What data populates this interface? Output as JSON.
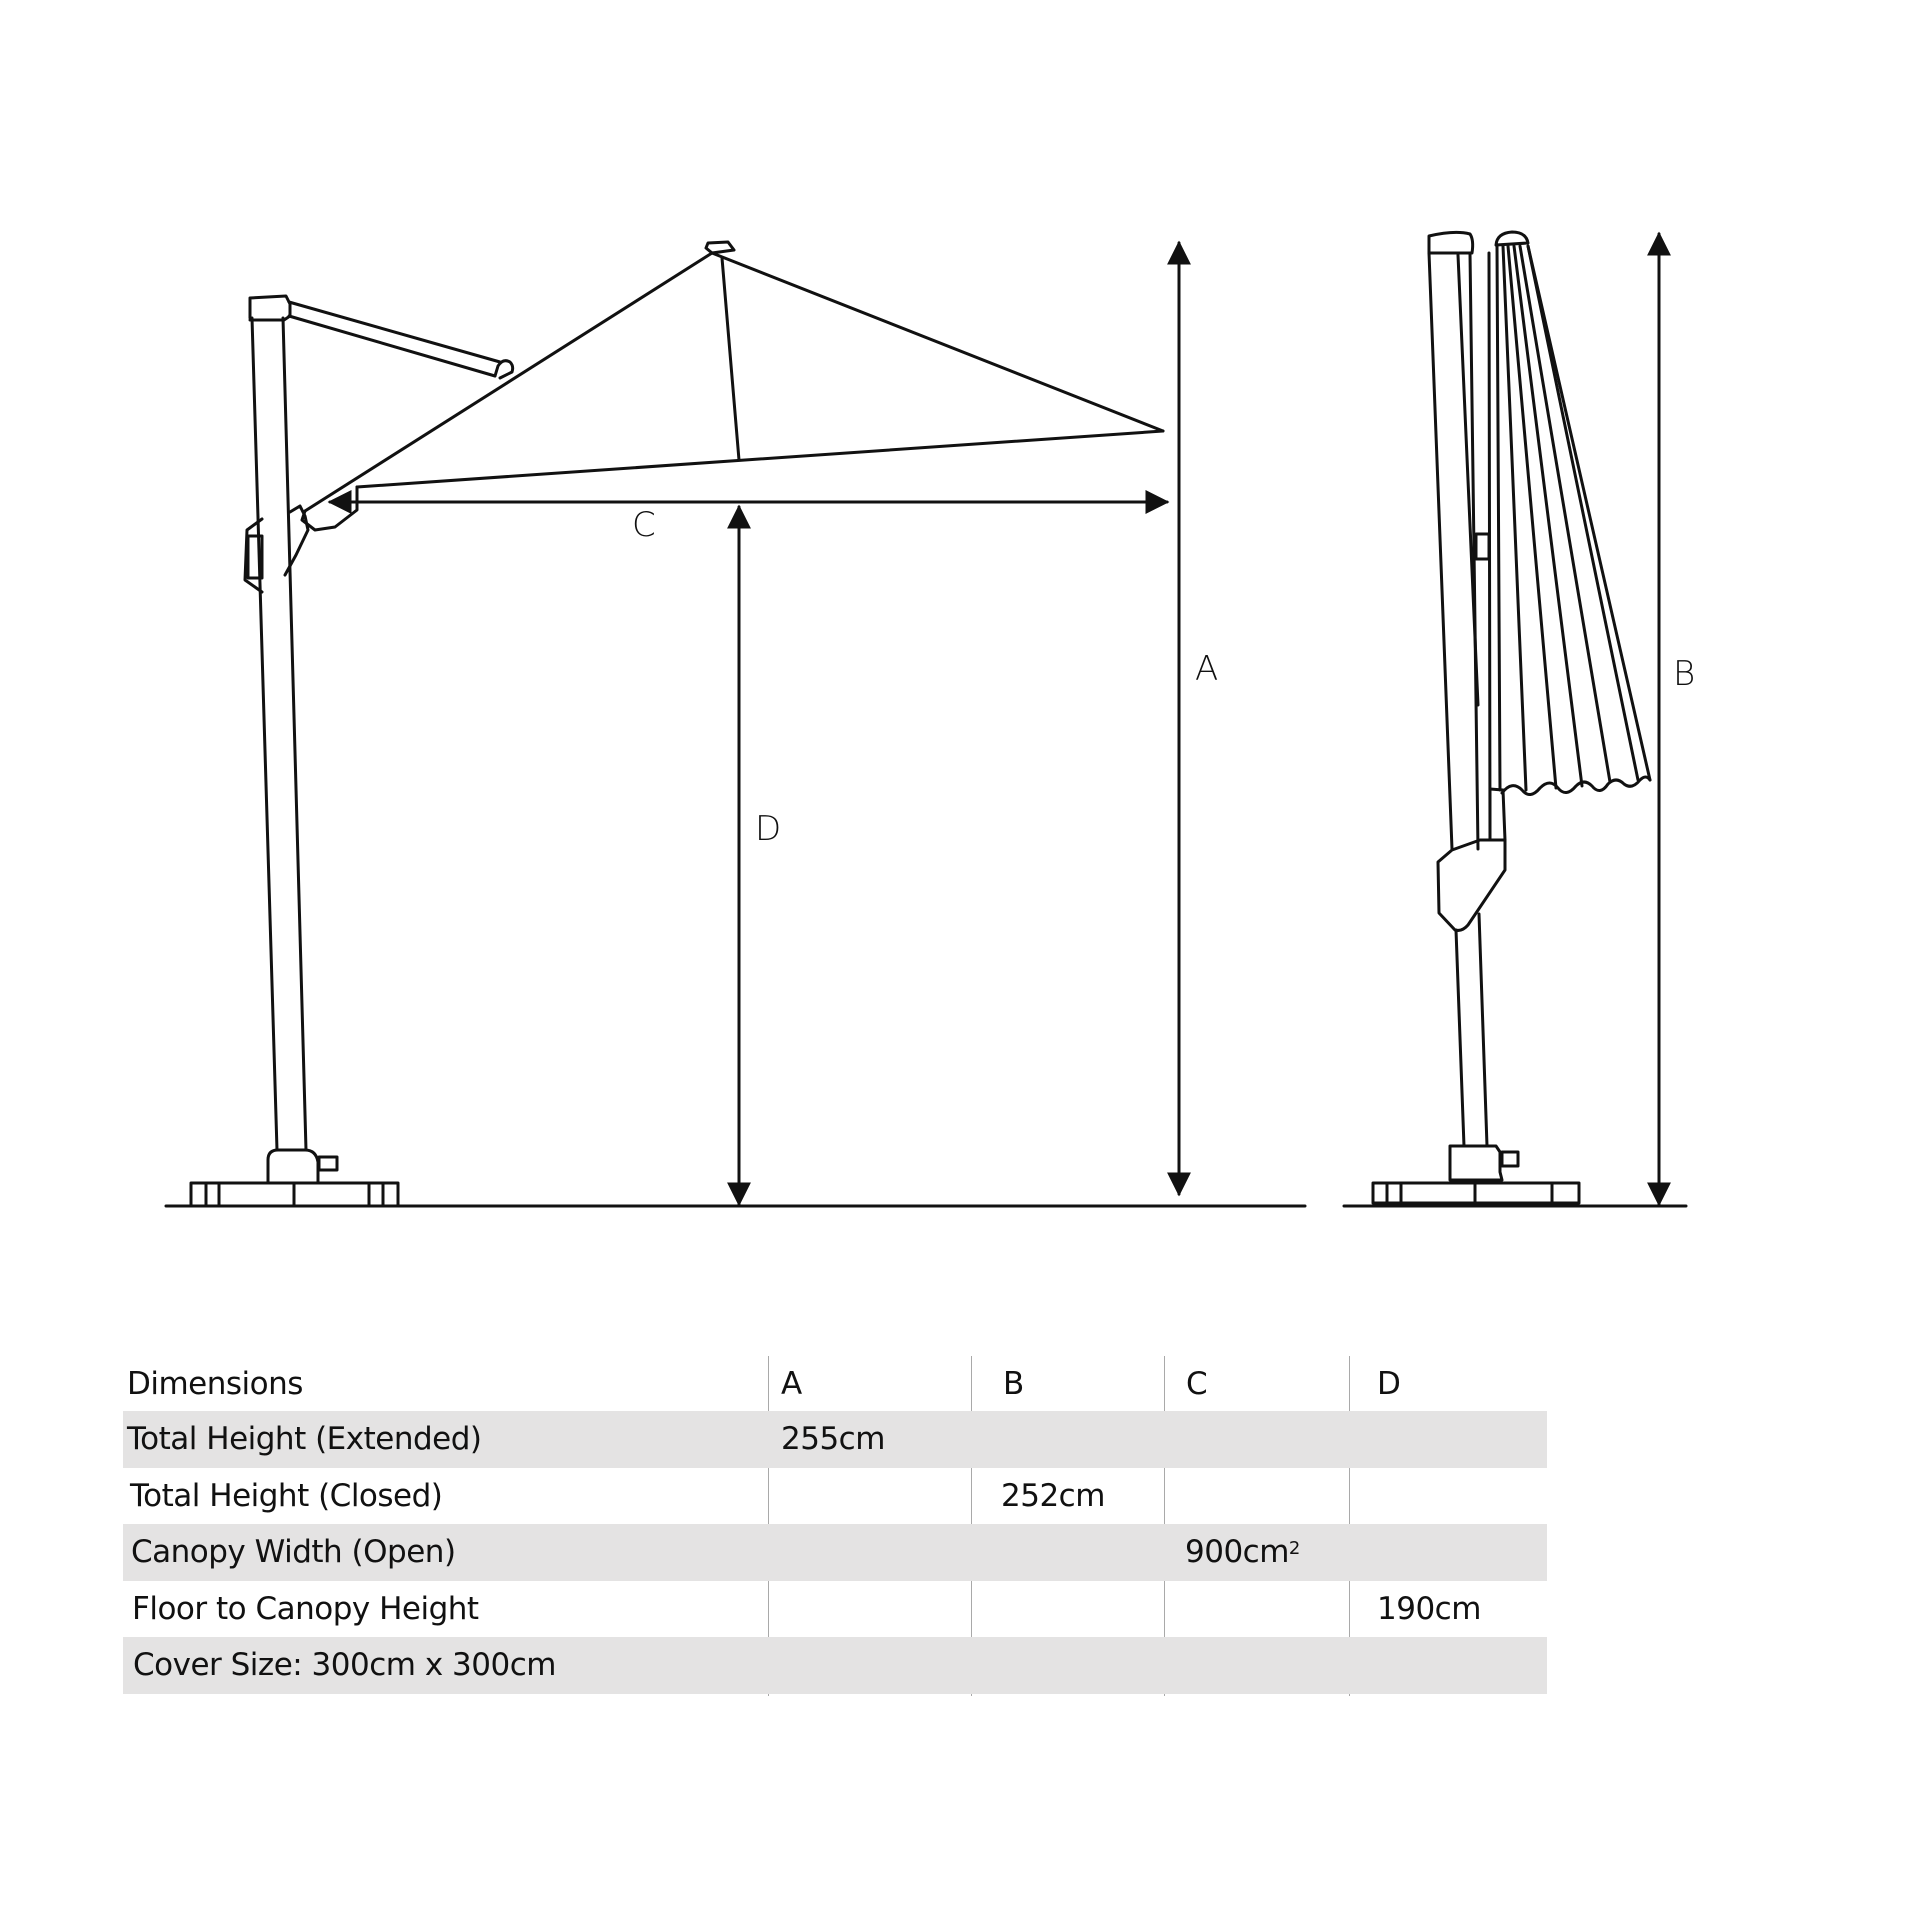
{
  "diagram": {
    "title": "Cantilever parasol dimension diagram",
    "views": [
      {
        "name": "open-side-view",
        "dimension_labels": [
          "A",
          "C",
          "D"
        ]
      },
      {
        "name": "closed-side-view",
        "dimension_labels": [
          "B"
        ]
      }
    ],
    "labels": {
      "A": "A",
      "B": "B",
      "C": "C",
      "D": "D"
    },
    "line_color": "#111111"
  },
  "table": {
    "header": {
      "label": "Dimensions",
      "cols": [
        "A",
        "B",
        "C",
        "D"
      ]
    },
    "rows": [
      {
        "label": "Total Height (Extended)",
        "A": "255cm",
        "B": "",
        "C": "",
        "D": ""
      },
      {
        "label": "Total Height (Closed)",
        "A": "",
        "B": "252cm",
        "C": "",
        "D": ""
      },
      {
        "label": "Canopy Width (Open)",
        "A": "",
        "B": "",
        "C": "900cm",
        "C_sup": "2",
        "D": ""
      },
      {
        "label": "Floor to Canopy Height",
        "A": "",
        "B": "",
        "C": "",
        "D": "190cm"
      },
      {
        "label": "Cover Size: 300cm x 300cm",
        "A": "",
        "B": "",
        "C": "",
        "D": ""
      }
    ],
    "shade_color": "#e4e3e3",
    "divider_color": "#a9a9a9"
  }
}
